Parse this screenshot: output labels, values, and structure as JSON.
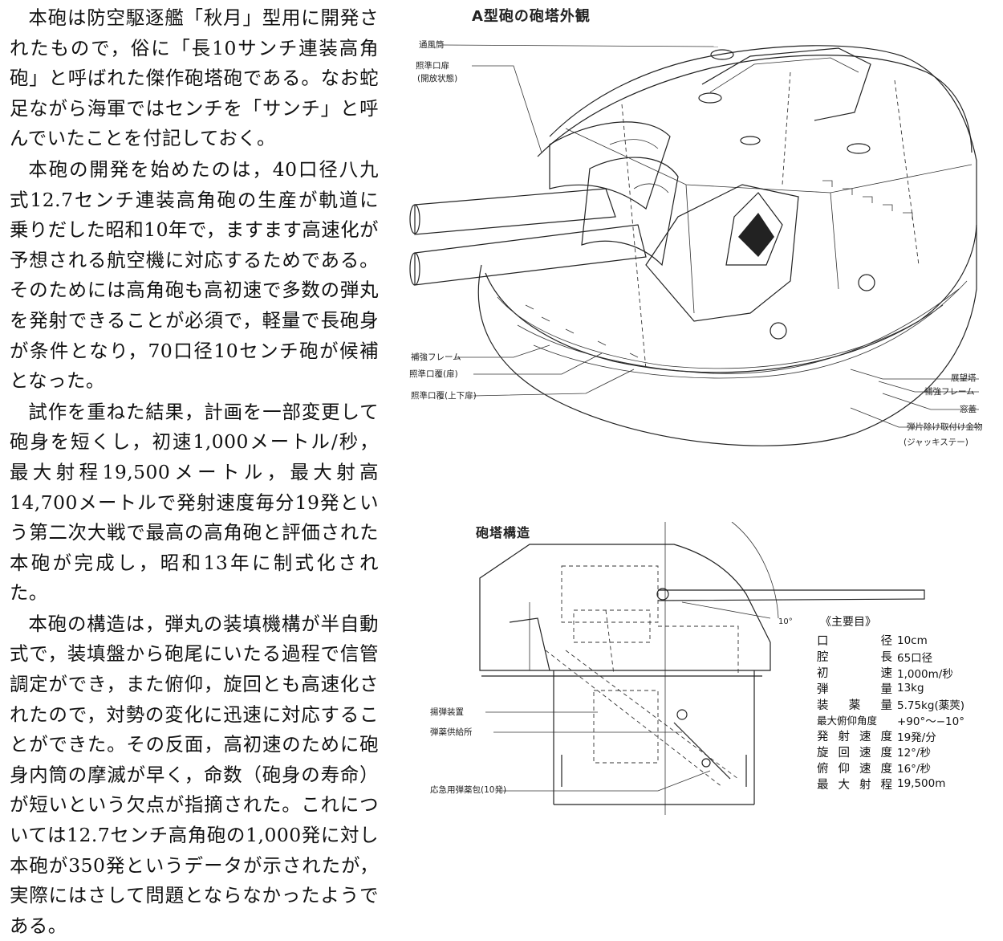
{
  "article": {
    "paragraphs": [
      "本砲は防空駆逐艦「秋月」型用に開発されたもので，俗に「長10サンチ連装高角砲」と呼ばれた傑作砲塔砲である。なお蛇足ながら海軍ではセンチを「サンチ」と呼んでいたことを付記しておく。",
      "本砲の開発を始めたのは，40口径八九式12.7センチ連装高角砲の生産が軌道に乗りだした昭和10年で，ますます高速化が予想される航空機に対応するためである。そのためには高角砲も高初速で多数の弾丸を発射できることが必須で，軽量で長砲身が条件となり，70口径10センチ砲が候補となった。",
      "試作を重ねた結果，計画を一部変更して砲身を短くし，初速1,000メートル/秒，最大射程19,500メートル，最大射高14,700メートルで発射速度毎分19発という第二次大戦で最高の高角砲と評価された本砲が完成し，昭和13年に制式化された。",
      "本砲の構造は，弾丸の装填機構が半自動式で，装填盤から砲尾にいたる過程で信管調定ができ，また俯仰，旋回とも高速化されたので，対勢の変化に迅速に対応することができた。その反面，高初速のために砲身内筒の摩滅が早く，命数（砲身の寿命）が短いという欠点が指摘された。これについては12.7センチ高角砲の1,000発に対し本砲が350発というデータが示されたが，実際にはさして問題とならなかったようである。"
    ]
  },
  "figure_top": {
    "title": "A型砲の砲塔外観",
    "labels": {
      "vent": "通風筒",
      "sight_door": "照準口扉",
      "sight_door_note": "(開放状態)",
      "reinforce_frame_left": "補強フレーム",
      "sight_cover_door": "照準口覆(扉)",
      "sight_cover_updown": "照準口覆(上下扉)",
      "observation_hatch": "展望塔",
      "reinforce_frame_right": "補強フレーム",
      "window": "窓蓋",
      "splinter_fitting": "弾片除け取付け金物",
      "jack_stay": "(ジャッキステー)"
    }
  },
  "figure_bottom": {
    "title": "砲塔構造",
    "angle_label": "10°",
    "labels": {
      "shell_hoist": "揚弾装置",
      "powder_room": "弾薬供給所",
      "emergency_ammo": "応急用弾薬包(10発)"
    }
  },
  "specs": {
    "title": "《主要目》",
    "rows": [
      {
        "label": "口径",
        "value": "10cm"
      },
      {
        "label": "腔長",
        "value": "65口径"
      },
      {
        "label": "初速",
        "value": "1,000m/秒"
      },
      {
        "label": "弾量",
        "value": "13kg"
      },
      {
        "label": "装薬量",
        "value": "5.75kg(薬莢)"
      },
      {
        "label": "最大俯仰角度",
        "value": "+90°〜−10°"
      },
      {
        "label": "発射速度",
        "value": "19発/分"
      },
      {
        "label": "旋回速度",
        "value": "12°/秒"
      },
      {
        "label": "俯仰速度",
        "value": "16°/秒"
      },
      {
        "label": "最大射程",
        "value": "19,500m"
      }
    ]
  }
}
